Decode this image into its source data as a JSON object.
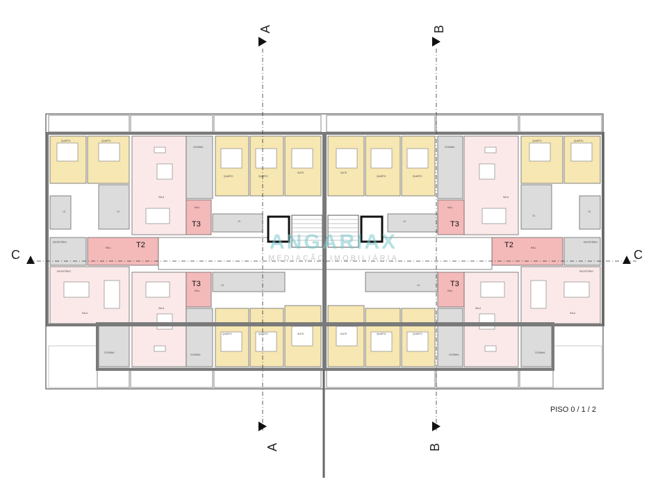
{
  "plan": {
    "floor_label": "PISO 0 / 1 / 2",
    "watermark": {
      "name": "ANGARIAX",
      "tagline": "MEDIAÇÃO IMOBILIÁRIA"
    },
    "sections": {
      "a": "A",
      "b": "B",
      "c": "C"
    },
    "unit_types": {
      "t2": "T2",
      "t3": "T3"
    },
    "rooms": {
      "quarto": "QUARTO",
      "suite": "SUITE",
      "sala": "SALA",
      "cozinha": "COZINHA",
      "hall": "HALL",
      "wc": "I.S.",
      "escritorio": "ESCRITÓRIO"
    },
    "colors": {
      "bedroom": "#f6e7b3",
      "living": "#fbe9e9",
      "hall": "#f4b9b9",
      "service": "#dcdcdc",
      "corridor": "#ffffff",
      "wall": "#7a7a7a"
    }
  }
}
